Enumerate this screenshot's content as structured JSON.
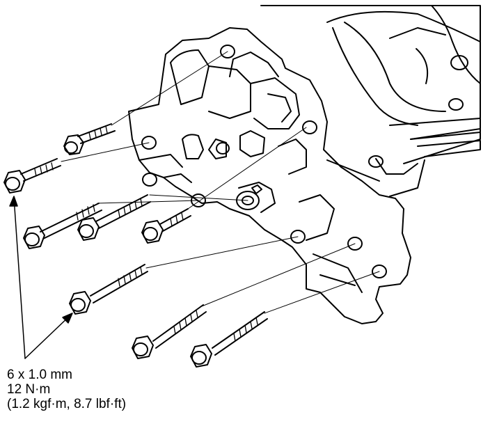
{
  "spec": {
    "size": "6 x 1.0 mm",
    "torque": "12 N·m",
    "torque_alt": "(1.2 kgf·m, 8.7 lbf·ft)"
  },
  "colors": {
    "line": "#000000",
    "background": "#ffffff"
  }
}
